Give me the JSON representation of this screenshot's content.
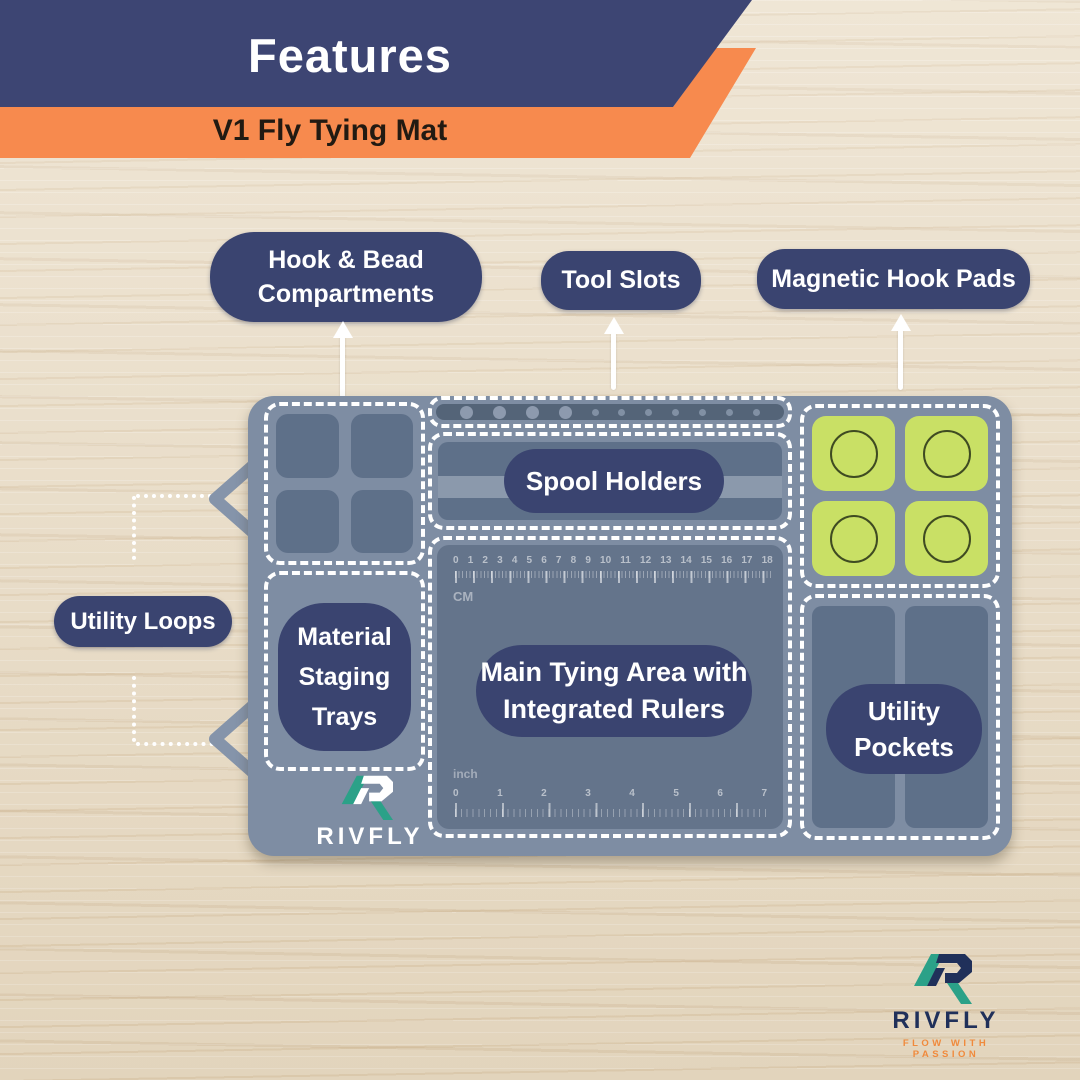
{
  "header": {
    "title": "Features",
    "subtitle": "V1 Fly Tying Mat"
  },
  "callouts": {
    "hook_bead": {
      "line1": "Hook & Bead",
      "line2": "Compartments"
    },
    "tool_slots": {
      "label": "Tool Slots"
    },
    "magnetic": {
      "label": "Magnetic Hook Pads"
    },
    "utility_loops": {
      "label": "Utility Loops"
    }
  },
  "mat_labels": {
    "spool": "Spool Holders",
    "material": {
      "line1": "Material",
      "line2": "Staging",
      "line3": "Trays"
    },
    "main": {
      "line1": "Main Tying Area with",
      "line2": "Integrated Rulers"
    },
    "pockets": {
      "line1": "Utility",
      "line2": "Pockets"
    }
  },
  "rulers": {
    "cm": {
      "unit": "CM",
      "numbers": [
        "0",
        "1",
        "2",
        "3",
        "4",
        "5",
        "6",
        "7",
        "8",
        "9",
        "10",
        "11",
        "12",
        "13",
        "14",
        "15",
        "16",
        "17",
        "18"
      ]
    },
    "inch": {
      "unit": "inch",
      "numbers": [
        "0",
        "1",
        "2",
        "3",
        "4",
        "5",
        "6",
        "7"
      ]
    }
  },
  "brand": {
    "name": "RIVFLY",
    "tagline": "FLOW WITH PASSION"
  },
  "colors": {
    "banner_navy": "#3d4573",
    "banner_orange": "#f78a4e",
    "bubble_navy": "#3a4470",
    "mat_base": "#7e8da3",
    "mat_dark": "#5e7089",
    "magnet_green": "#c9e065",
    "logo_teal": "#2ba188",
    "logo_navy": "#20305a"
  }
}
